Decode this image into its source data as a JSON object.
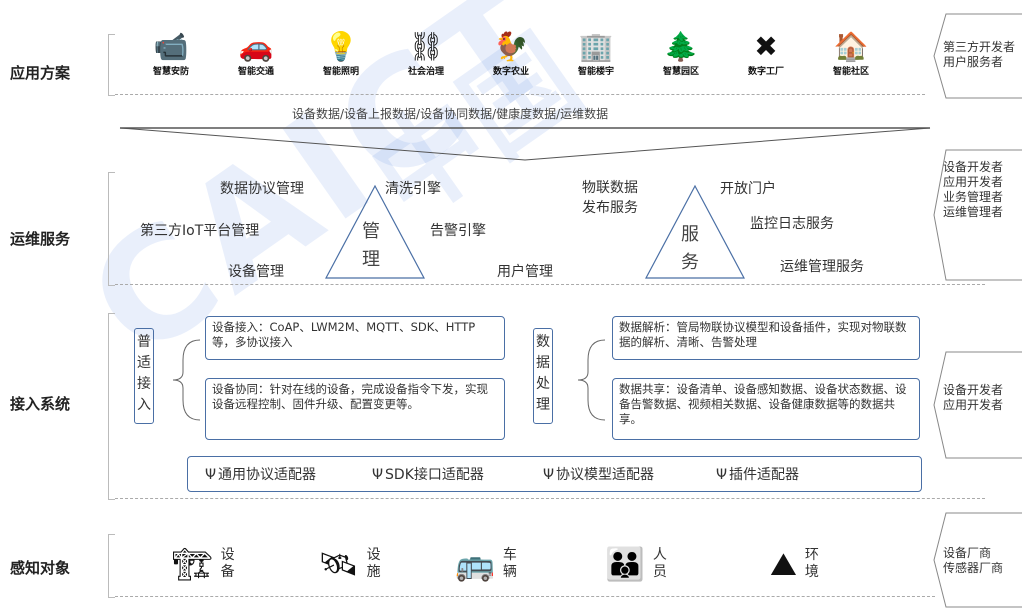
{
  "layers": [
    {
      "label": "应用方案"
    },
    {
      "label": "运维服务"
    },
    {
      "label": "接入系统"
    },
    {
      "label": "感知对象"
    }
  ],
  "applications": [
    {
      "label": "智慧安防",
      "icon": "security-camera-icon",
      "glyph": "📹"
    },
    {
      "label": "智能交通",
      "icon": "car-icon",
      "glyph": "🚗"
    },
    {
      "label": "智能照明",
      "icon": "light-bulb-icon",
      "glyph": "💡"
    },
    {
      "label": "社会治理",
      "icon": "handcuffs-icon",
      "glyph": "⛓"
    },
    {
      "label": "数字农业",
      "icon": "rooster-icon",
      "glyph": "🐓"
    },
    {
      "label": "智能楼宇",
      "icon": "building-icon",
      "glyph": "🏢"
    },
    {
      "label": "智慧园区",
      "icon": "park-icon",
      "glyph": "🌲"
    },
    {
      "label": "数字工厂",
      "icon": "tools-icon",
      "glyph": "✖"
    },
    {
      "label": "智能社区",
      "icon": "house-icon",
      "glyph": "🏠"
    }
  ],
  "data_flow_text": "设备数据/设备上报数据/设备协同数据/健康度数据/运维数据",
  "ops": {
    "management": {
      "triangle": [
        "管",
        "理"
      ],
      "items": [
        "数据协议管理",
        "清洗引擎",
        "第三方IoT平台管理",
        "告警引擎",
        "设备管理"
      ]
    },
    "service": {
      "triangle": [
        "服",
        "务"
      ],
      "items": [
        "物联数据\n发布服务",
        "开放门户",
        "监控日志服务",
        "用户管理",
        "运维管理服务"
      ]
    }
  },
  "access": {
    "universal_label": [
      "普",
      "适",
      "接",
      "入"
    ],
    "box1": "设备接入：CoAP、LWM2M、MQTT、SDK、HTTP等，多协议接入",
    "box2": "设备协同：针对在线的设备，完成设备指令下发，实现设备远程控制、固件升级、配置变更等。",
    "processing_label": [
      "数",
      "据",
      "处",
      "理"
    ],
    "box3": "数据解析：管局物联协议模型和设备插件，实现对物联数据的解析、清晰、告警处理",
    "box4": "数据共享：设备清单、设备感知数据、设备状态数据、设备告警数据、视频相关数据、设备健康数据等的数据共享。",
    "adapters": [
      "通用协议适配器",
      "SDK接口适配器",
      "协议模型适配器",
      "插件适配器"
    ]
  },
  "sensing": [
    {
      "label": [
        "设",
        "备"
      ],
      "icon": "crane-icon",
      "glyph": "🏗"
    },
    {
      "label": [
        "设",
        "施"
      ],
      "icon": "satellite-icon",
      "glyph": "🛰"
    },
    {
      "label": [
        "车",
        "辆"
      ],
      "icon": "bus-icon",
      "glyph": "🚌"
    },
    {
      "label": [
        "人",
        "员"
      ],
      "icon": "people-icon",
      "glyph": "👪"
    },
    {
      "label": [
        "环",
        "境"
      ],
      "icon": "landscape-icon",
      "glyph": "⛰"
    }
  ],
  "roles": [
    [
      "第三方开发者",
      "用户服务者"
    ],
    [
      "设备开发者",
      "应用开发者",
      "业务管理者",
      "运维管理者"
    ],
    [
      "设备开发者",
      "应用开发者"
    ],
    [
      "设备厂商",
      "传感器厂商"
    ]
  ],
  "watermark": "CAICT 中国信通院"
}
